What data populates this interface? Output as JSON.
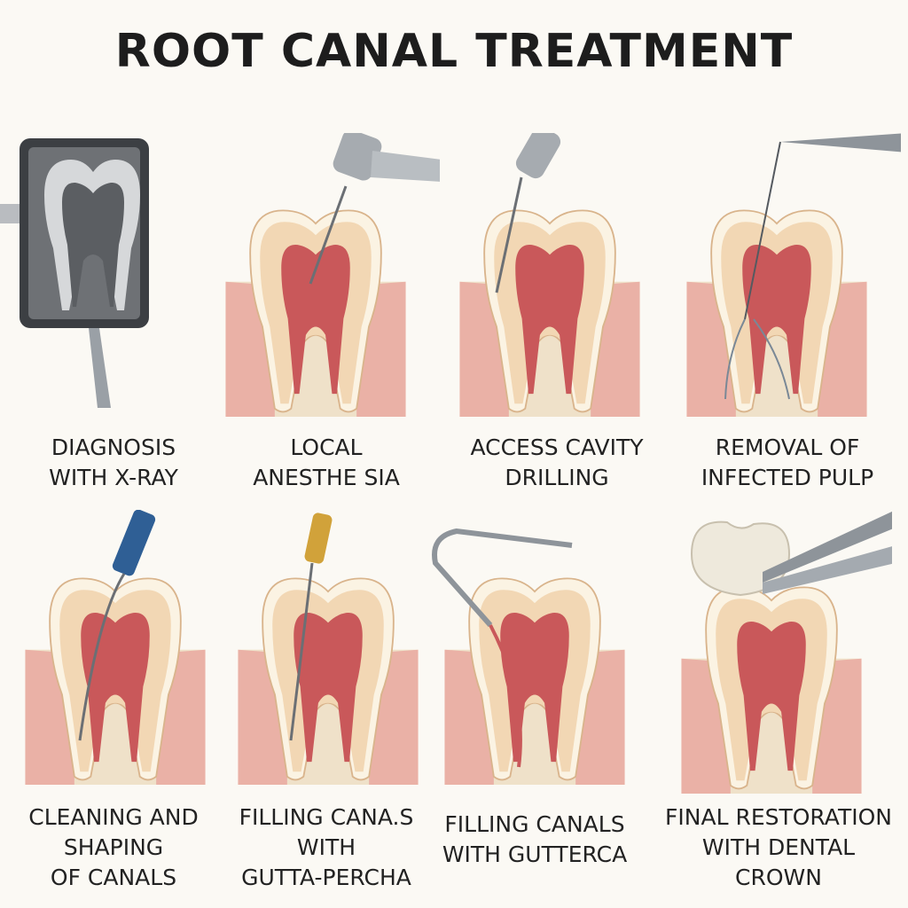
{
  "title": "ROOT CANAL TREATMENT",
  "steps": [
    {
      "lines": [
        "DIAGNOSIS",
        "WITH X-RAY"
      ]
    },
    {
      "lines": [
        "LOCAL",
        "ANESTHE SIA"
      ]
    },
    {
      "lines": [
        "ACCESS CAVITY",
        "DRILLING"
      ]
    },
    {
      "lines": [
        "REMOVAL OF",
        "INFECTED PULP"
      ]
    },
    {
      "lines": [
        "CLEANING AND",
        "SHAPING",
        "OF CANALS"
      ]
    },
    {
      "lines": [
        "FILLING CANA.S",
        "WITH",
        "GUTTA-PERCHA"
      ]
    },
    {
      "lines": [
        "FILLING CANALS",
        "WITH GUTTERCA"
      ]
    },
    {
      "lines": [
        "FINAL RESTORATION",
        "WITH DENTAL",
        "CROWN"
      ]
    }
  ],
  "colors": {
    "background": "#fbf9f4",
    "gum": "#e9a8a0",
    "bone": "#efe1c9",
    "enamel": "#fbf3e3",
    "dentin": "#f2d7b4",
    "pulp": "#c9585a",
    "metal": "#9aa0a6",
    "blue_handle": "#2f5f95",
    "gold_handle": "#d1a23a"
  }
}
